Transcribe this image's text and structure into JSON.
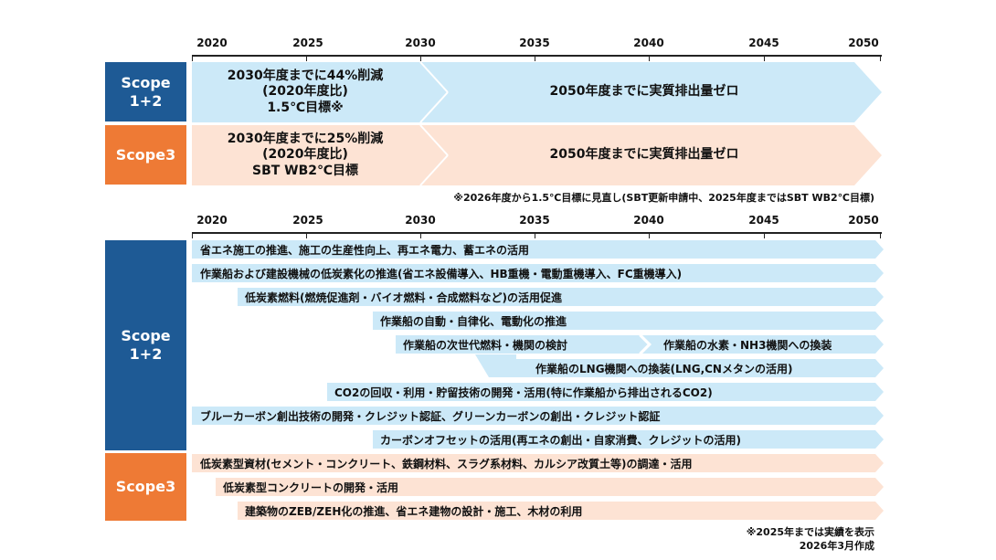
{
  "years": [
    "2020",
    "2025",
    "2030",
    "2035",
    "2040",
    "2045",
    "2050"
  ],
  "colors": {
    "scope12": "#1e5a95",
    "scope3": "#ee7a35",
    "blue_arrow": "#cce9f8",
    "orange_arrow": "#fde3d4"
  },
  "top": {
    "scope12_label": [
      "Scope",
      "1+2"
    ],
    "scope3_label": "Scope3",
    "scope12_target_2030": [
      "2030年度までに44%削減",
      "(2020年度比)",
      "1.5℃目標※"
    ],
    "scope12_target_2050": "2050年度までに実質排出量ゼロ",
    "scope3_target_2030": [
      "2030年度までに25%削減",
      "(2020年度比)",
      "SBT WB2℃目標"
    ],
    "scope3_target_2050": "2050年度までに実質排出量ゼロ",
    "footnote": "※2026年度から1.5℃目標に見直し(SBT更新申請中、2025年度まではSBT WB2℃目標)"
  },
  "bottom": {
    "scope12_label": [
      "Scope",
      "1+2"
    ],
    "scope3_label": "Scope3",
    "scope12_measures": [
      {
        "text": "省エネ施工の推進、施工の生産性向上、再エネ電力、蓄エネの活用",
        "start": 2020
      },
      {
        "text": "作業船および建設機械の低炭素化の推進(省エネ設備導入、HB重機・電動重機導入、FC重機導入)",
        "start": 2020
      },
      {
        "text": "低炭素燃料(燃焼促進剤・バイオ燃料・合成燃料など)の活用促進",
        "start": 2021
      },
      {
        "text": "作業船の自動・自律化、電動化の推進",
        "start": 2028
      },
      {
        "text": "作業船の次世代燃料・機関の検討",
        "start": 2029,
        "end": 2040,
        "next_text": "作業船の水素・NH3機関への換装"
      },
      {
        "text": "作業船のLNG機関への換装(LNG,CNメタンの活用)",
        "start": 2032
      },
      {
        "text": "CO2の回収・利用・貯留技術の開発・活用(特に作業船から排出されるCO2)",
        "start": 2026
      },
      {
        "text": "ブルーカーボン創出技術の開発・クレジット認証、グリーンカーボンの創出・クレジット認証",
        "start": 2020
      },
      {
        "text": "カーボンオフセットの活用(再エネの創出・自家消費、クレジットの活用)",
        "start": 2028
      }
    ],
    "scope3_measures": [
      {
        "text": "低炭素型資材(セメント・コンクリート、鉄鋼材料、スラグ系材料、カルシア改質土等)の調達・活用",
        "start": 2020
      },
      {
        "text": "低炭素型コンクリートの開発・活用",
        "start": 2021
      },
      {
        "text": "建築物のZEB/ZEH化の推進、省エネ建物の設計・施工、木材の利用",
        "start": 2021
      }
    ],
    "footnote1": "※2025年までは実績を表示",
    "footnote2": "2026年3月作成"
  }
}
